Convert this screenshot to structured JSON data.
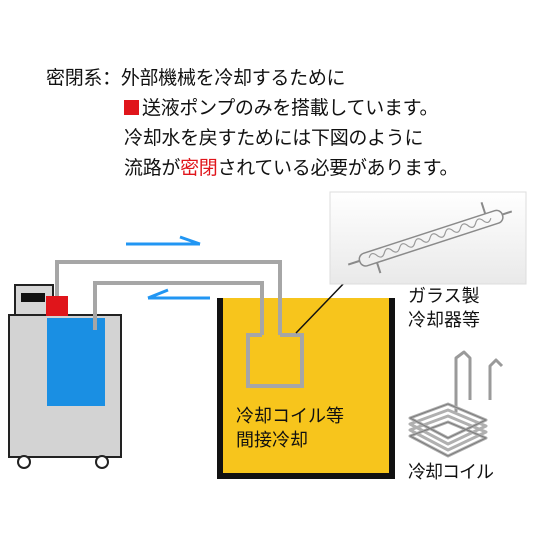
{
  "text": {
    "line1_label": "密閉系：",
    "line1_rest": "外部機械を冷却するために",
    "line2": "送液ポンプのみを搭載しています。",
    "line3": "冷却水を戻すためには下図のように",
    "line4_before": "流路が",
    "line4_highlight": "密閉",
    "line4_after": "されている必要があります。"
  },
  "labels": {
    "coil_text_1": "冷却コイル等",
    "coil_text_2": "間接冷却",
    "glass_label_1": "ガラス製",
    "glass_label_2": "冷却器等",
    "coil_label": "冷却コイル"
  },
  "colors": {
    "tank_fill": "#f7c51c",
    "pipe": "#a6a6a6",
    "pump": "#e0151b",
    "water": "#1a8fe3",
    "arrow": "#2196f3",
    "highlight": "#e0151b"
  }
}
